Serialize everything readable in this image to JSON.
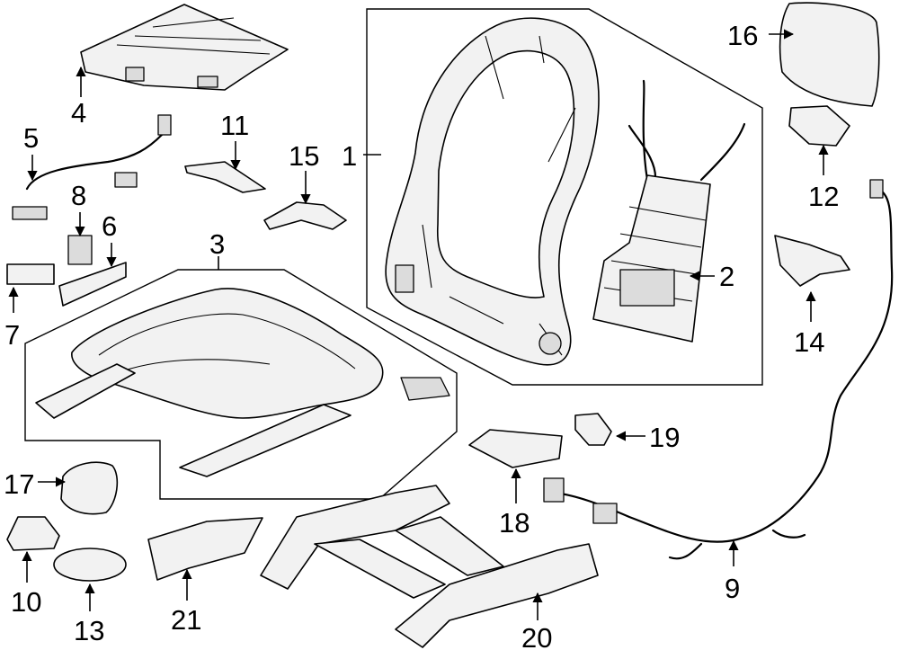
{
  "diagram": {
    "callouts": {
      "p1": "1",
      "p2": "2",
      "p3": "3",
      "p4": "4",
      "p5": "5",
      "p6": "6",
      "p7": "7",
      "p8": "8",
      "p9": "9",
      "p10": "10",
      "p11": "11",
      "p12": "12",
      "p13": "13",
      "p14": "14",
      "p15": "15",
      "p16": "16",
      "p17": "17",
      "p18": "18",
      "p19": "19",
      "p20": "20",
      "p21": "21"
    }
  }
}
